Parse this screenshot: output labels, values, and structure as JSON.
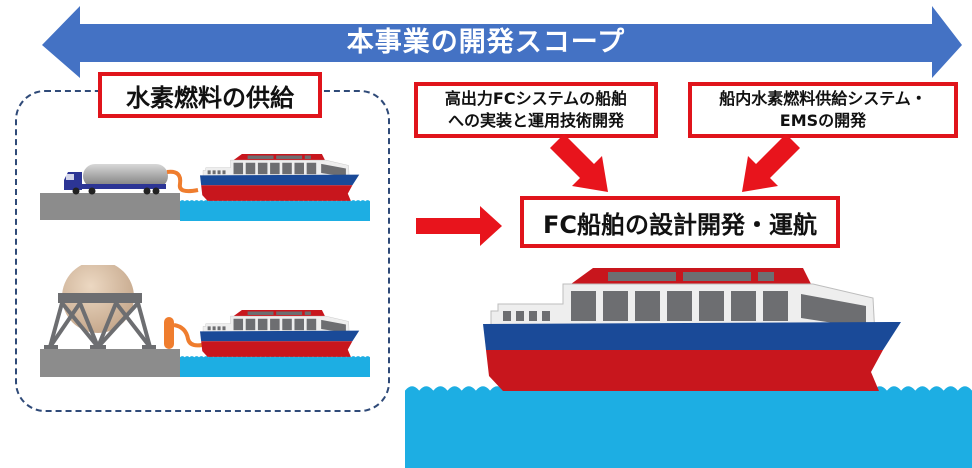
{
  "scope_arrow": {
    "title": "本事業の開発スコープ",
    "color": "#4472c4"
  },
  "supply_group": {
    "title": "水素燃料の供給",
    "scenes": [
      {
        "name": "truck-to-ship",
        "source": "tank-truck"
      },
      {
        "name": "tank-to-ship",
        "source": "spherical-tank"
      }
    ]
  },
  "boxes": {
    "fc_system": {
      "line1": "高出力FCシステムの船舶",
      "line2": "への実装と運用技術開発"
    },
    "fuel_system": {
      "line1": "船内水素燃料供給システム・",
      "line2": "EMSの開発"
    },
    "main": {
      "label": "FC船舶の設計開発・運航"
    }
  },
  "colors": {
    "box_border": "#e0141b",
    "arrow_red": "#e8141c",
    "water": "#1daee3",
    "hull_red": "#c8161d",
    "hull_blue": "#1a4a98",
    "dock_gray": "#8c8c8c",
    "dash_border": "#2f4a78",
    "hose_orange": "#ef7d2e"
  }
}
